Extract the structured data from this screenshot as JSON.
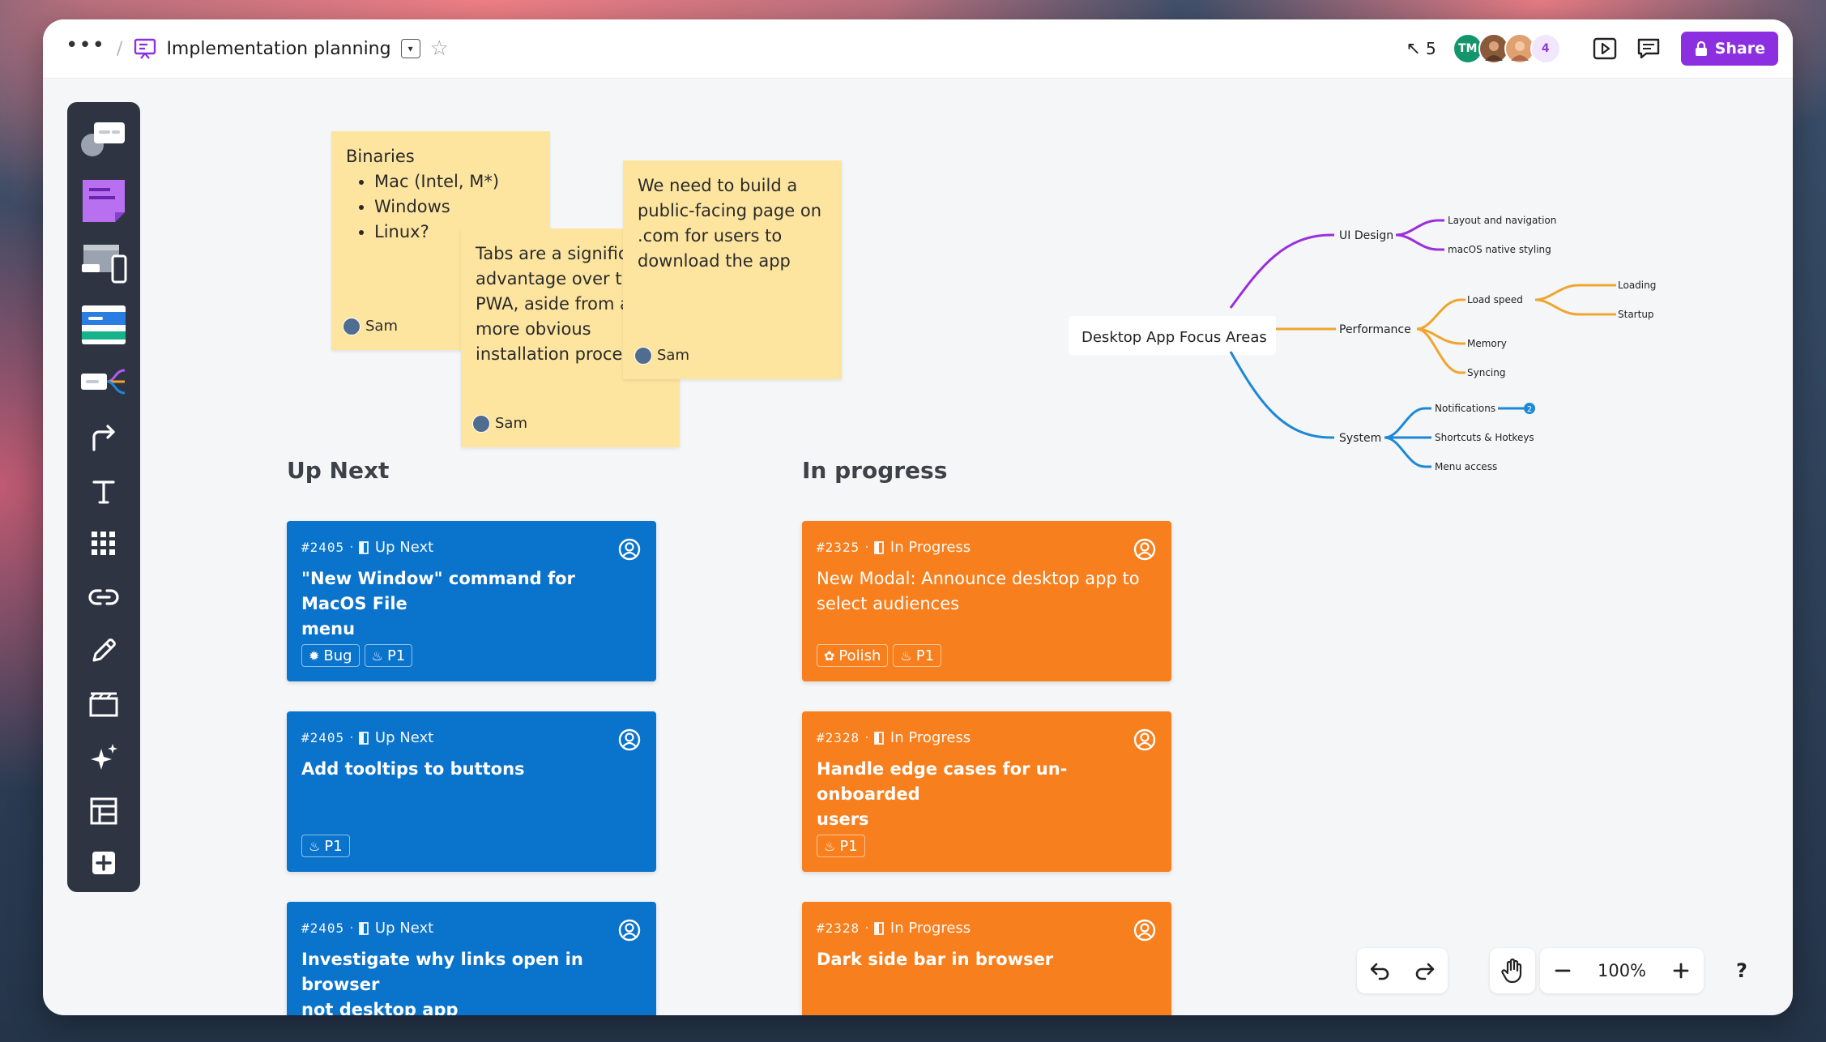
{
  "topbar": {
    "menu_icon": "more-dots-icon",
    "board_title": "Implementation planning",
    "cursor_count": "5",
    "avatars": [
      {
        "initials": "TM",
        "color": "#14956c"
      },
      {
        "initials": "",
        "color": "#8a5a3b"
      },
      {
        "initials": "",
        "color": "#e0a070"
      }
    ],
    "avatar_overflow": "4",
    "share_label": "Share",
    "accent": "#8b2fe0"
  },
  "toolbar": {
    "tools": [
      "templates-icon",
      "sticky-note-icon",
      "device-frames-icon",
      "ui-components-icon",
      "mindmap-icon",
      "connector-arrow-icon",
      "text-icon",
      "apps-grid-icon",
      "link-icon",
      "pen-icon",
      "frame-icon",
      "ai-sparkle-icon",
      "layout-icon",
      "add-icon"
    ]
  },
  "stickies": [
    {
      "id": "binaries",
      "heading": "Binaries",
      "bullets": [
        "Mac (Intel, M*)",
        "Windows",
        "Linux?"
      ],
      "author": "Sam"
    },
    {
      "id": "tabs",
      "lines": [
        "Tabs are a signific",
        "advantage over th",
        "PWA, aside from a",
        "more obvious",
        "installation proces"
      ],
      "author": "Sam"
    },
    {
      "id": "public-page",
      "lines": [
        "We need to build a",
        "public-facing page on",
        ".com for users to",
        "download the app"
      ],
      "author": "Sam"
    }
  ],
  "columns": [
    {
      "title": "Up Next",
      "cards": [
        {
          "id": "#2405",
          "status": "Up Next",
          "title_lines": [
            "\"New Window\" command for MacOS File",
            "menu"
          ],
          "tags": [
            {
              "icon": "bug-icon",
              "label": "Bug"
            },
            {
              "icon": "flame-icon",
              "label": "P1"
            }
          ]
        },
        {
          "id": "#2405",
          "status": "Up Next",
          "title_lines": [
            "Add tooltips to buttons"
          ],
          "tags": [
            {
              "icon": "flame-icon",
              "label": "P1"
            }
          ]
        },
        {
          "id": "#2405",
          "status": "Up Next",
          "title_lines": [
            "Investigate why links open in browser",
            "not desktop app"
          ],
          "tags": []
        }
      ]
    },
    {
      "title": "In progress",
      "cards": [
        {
          "id": "#2325",
          "status": "In Progress",
          "title_lines": [
            "New Modal: Announce desktop app to",
            "select audiences"
          ],
          "tags": [
            {
              "icon": "palette-icon",
              "label": "Polish"
            },
            {
              "icon": "flame-icon",
              "label": "P1"
            }
          ]
        },
        {
          "id": "#2328",
          "status": "In Progress",
          "title_lines": [
            "Handle edge cases for un-onboarded",
            "users"
          ],
          "tags": [
            {
              "icon": "flame-icon",
              "label": "P1"
            }
          ]
        },
        {
          "id": "#2328",
          "status": "In Progress",
          "title_lines": [
            "Dark side bar in browser"
          ],
          "tags": []
        }
      ]
    }
  ],
  "mindmap": {
    "root": "Desktop App Focus Areas",
    "branches": [
      {
        "label": "UI Design",
        "color": "#9b2fd9",
        "children": [
          {
            "label": "Layout and navigation"
          },
          {
            "label": "macOS native styling"
          }
        ]
      },
      {
        "label": "Performance",
        "color": "#f0a52e",
        "children": [
          {
            "label": "Load speed",
            "children": [
              "Loading",
              "Startup"
            ]
          },
          {
            "label": "Memory"
          },
          {
            "label": "Syncing"
          }
        ]
      },
      {
        "label": "System",
        "color": "#1c88d6",
        "children": [
          {
            "label": "Notifications",
            "badge": "2"
          },
          {
            "label": "Shortcuts & Hotkeys"
          },
          {
            "label": "Menu access"
          }
        ]
      }
    ]
  },
  "bottom": {
    "zoom": "100%",
    "help": "?"
  },
  "colors": {
    "card_blue": "#0a73cc",
    "card_orange": "#f77f1d",
    "sticky": "#fde5a0"
  }
}
